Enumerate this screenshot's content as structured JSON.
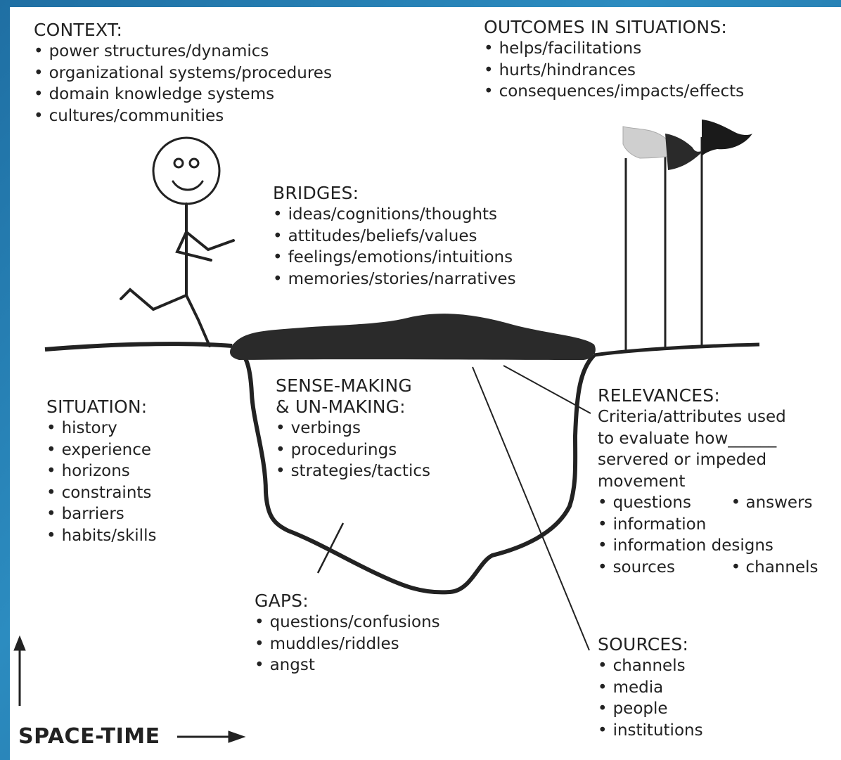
{
  "context": {
    "heading": "CONTEXT:",
    "items": [
      "power structures/dynamics",
      "organizational systems/procedures",
      "domain knowledge systems",
      "cultures/communities"
    ]
  },
  "outcomes": {
    "heading": "OUTCOMES IN SITUATIONS:",
    "items": [
      "helps/facilitations",
      "hurts/hindrances",
      "consequences/impacts/effects"
    ]
  },
  "bridges": {
    "heading": "BRIDGES:",
    "items": [
      "ideas/cognitions/thoughts",
      "attitudes/beliefs/values",
      "feelings/emotions/intuitions",
      "memories/stories/narratives"
    ]
  },
  "sensemaking": {
    "heading_line1": "SENSE-MAKING",
    "heading_line2": "& UN-MAKING:",
    "items": [
      "verbings",
      "procedurings",
      "strategies/tactics"
    ]
  },
  "situation": {
    "heading": "SITUATION:",
    "items": [
      "history",
      "experience",
      "horizons",
      "constraints",
      "barriers",
      "habits/skills"
    ]
  },
  "relevances": {
    "heading": "RELEVANCES:",
    "description": [
      "Criteria/attributes used",
      "to evaluate how______",
      "servered or impeded",
      "movement"
    ],
    "items_row1": [
      "questions",
      "answers"
    ],
    "items": [
      "information",
      "information designs"
    ],
    "items_row4": [
      "sources",
      "channels"
    ]
  },
  "gaps": {
    "heading": "GAPS:",
    "items": [
      "questions/confusions",
      "muddles/riddles",
      "angst"
    ]
  },
  "sources": {
    "heading": "SOURCES:",
    "items": [
      "channels",
      "media",
      "people",
      "institutions"
    ]
  },
  "axis": {
    "label": "SPACE-TIME"
  },
  "colors": {
    "ink": "#222222",
    "frame_blue": "#2c8cc0",
    "paper": "#ffffff"
  }
}
